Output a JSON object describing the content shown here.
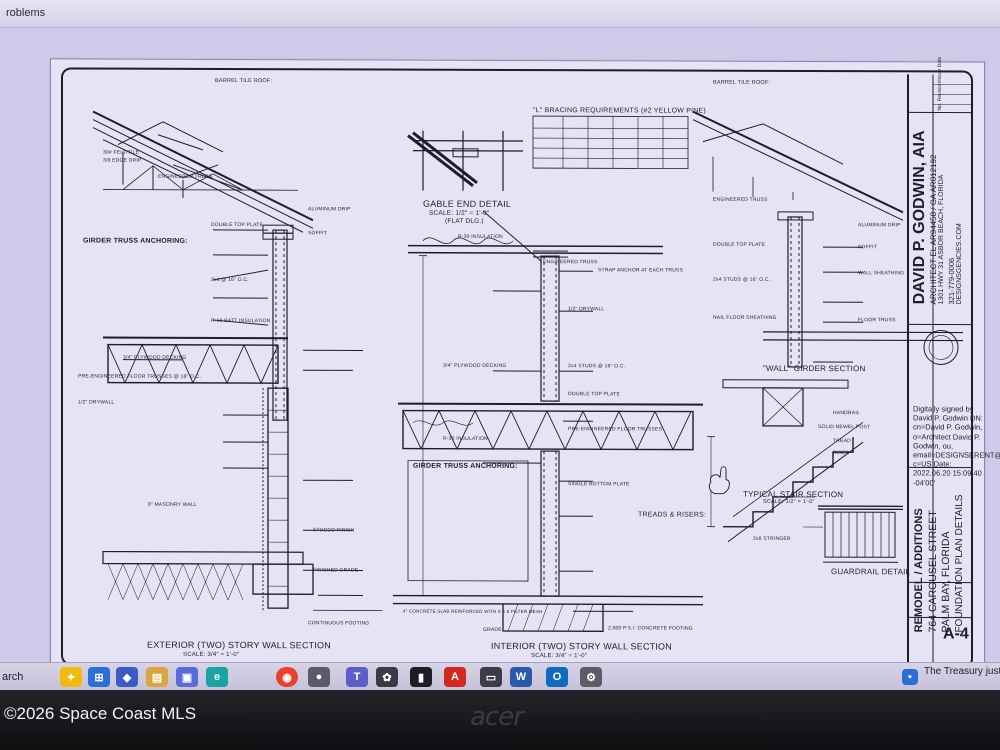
{
  "window": {
    "title_fragment": "roblems"
  },
  "sheet": {
    "title_block": {
      "architect_name": "DAVID P. GODWIN, AIA",
      "license_line": "ARCHITECT EL AR94458 / GA AR012192",
      "address_line": "1301 HWY 31 ASBOR BEACH, FLORIDA",
      "phone": "321-779-0006",
      "web": "DESIGNSGENCIES.COM",
      "project_type": "REMODEL / ADDITIONS",
      "project_street": "764 CAROUSEL STREET",
      "project_city": "PALM BAY, FLORIDA",
      "sheet_title": "FOUNDATION PLAN DETAILS",
      "sheet_number": "A-4",
      "revision_header": "No.  Revision/Issue  Date"
    },
    "digital_signature": "Digitally signed by David P. Godwin DN: cn=David P. Godwin, o=Architect David P. Godwin, ou, email=DESIGNSERENT@CAS.COM, c=US Date: 2022.06.20 15:09:40 -04'00'",
    "details": {
      "exterior_wall": "EXTERIOR (TWO) STORY WALL SECTION",
      "exterior_scale": "SCALE: 3/4\" = 1'-0\"",
      "interior_wall": "INTERIOR (TWO) STORY WALL SECTION",
      "interior_scale": "SCALE: 3/4\" = 1'-0\"",
      "gable_end": "GABLE END DETAIL",
      "gable_scale": "SCALE: 1/2\" = 1'-0\"",
      "gable_sub": "(FLAT DLG.)",
      "bracing": "\"L\" BRACING REQUIREMENTS (#2 YELLOW PINE)",
      "wall_girder": "\"WALL\" GIRDER SECTION",
      "typical_stair": "TYPICAL STAIR SECTION",
      "stair_scale": "SCALE: 1/2\" = 1'-0\"",
      "guardrail": "GUARDRAIL DETAIL",
      "treads": "TREADS & RISERS:",
      "girder_anchoring": "GIRDER TRUSS ANCHORING:",
      "girder_anchoring_2": "GIRDER TRUSS ANCHORING:",
      "barrel_tile_roof": "BARREL TILE ROOF:",
      "barrel_tile_roof_2": "BARREL TILE ROOF:"
    },
    "notes_left": [
      "30# FELT/TILE",
      "3/8 EDGE DRIP",
      "ENGINEERED TRUSS",
      "ALUMINUM DRIP",
      "SOFFIT",
      "DOUBLE TOP PLATE",
      "2x4 @ 16\" O.C.",
      "R-19 BATT INSULATION",
      "3/4\" PLYWOOD DECKING",
      "PRE-ENGINEERED FLOOR TRUSSES @ 16\" O.C.",
      "1/2\" DRYWALL",
      "8\" MASONRY WALL",
      "STUCCO FINISH",
      "FINISHED GRADE",
      "CONTINUOUS FOOTING"
    ],
    "notes_mid": [
      "R-30 INSULATION",
      "ENGINEERED TRUSS",
      "STRAP ANCHOR AT EACH TRUSS",
      "1/2\" DRYWALL",
      "2x4 STUDS @ 16\" O.C.",
      "3/4\" PLYWOOD DECKING",
      "DOUBLE TOP PLATE",
      "PRE-ENGINEERED FLOOR TRUSSES",
      "R-30 INSULATION",
      "SINGLE BOTTOM PLATE",
      "4\" CONCRETE SLAB REINFORCED WITH 6 X 6 FILTER MESH",
      "GRADE",
      "2,500 P.S.I. CONCRETE FOOTING"
    ],
    "notes_right": [
      "ENGINEERED TRUSS",
      "ALUMINUM DRIP",
      "SOFFIT",
      "DOUBLE TOP PLATE",
      "2x4 STUDS @ 16\" O.C.",
      "WALL SHEATHING",
      "NAIL FLOOR SHEATHING",
      "FLOOR TRUSS",
      "SOLID NEWEL POST",
      "HANDRAIL",
      "TREAD",
      "RISER",
      "2x8 STRINGER"
    ]
  },
  "taskbar": {
    "search_label": "arch",
    "news_text": "The Treasury just m",
    "apps": [
      "widgets-icon",
      "start-icon",
      "copilot-icon",
      "file-explorer-icon",
      "store-icon",
      "edge-icon",
      "chrome-icon",
      "camera-icon",
      "teams-icon",
      "chatgpt-icon",
      "app-icon",
      "acrobat-icon",
      "terminal-icon",
      "word-icon",
      "outlook-icon",
      "settings-icon"
    ]
  },
  "monitor": {
    "brand": "acer"
  },
  "watermark": "©2026 Space Coast MLS",
  "colors": {
    "paper": "#e6e3f6",
    "ink": "#1e1d2a",
    "screen": "#cfc9ea",
    "bezel": "#17171b"
  }
}
